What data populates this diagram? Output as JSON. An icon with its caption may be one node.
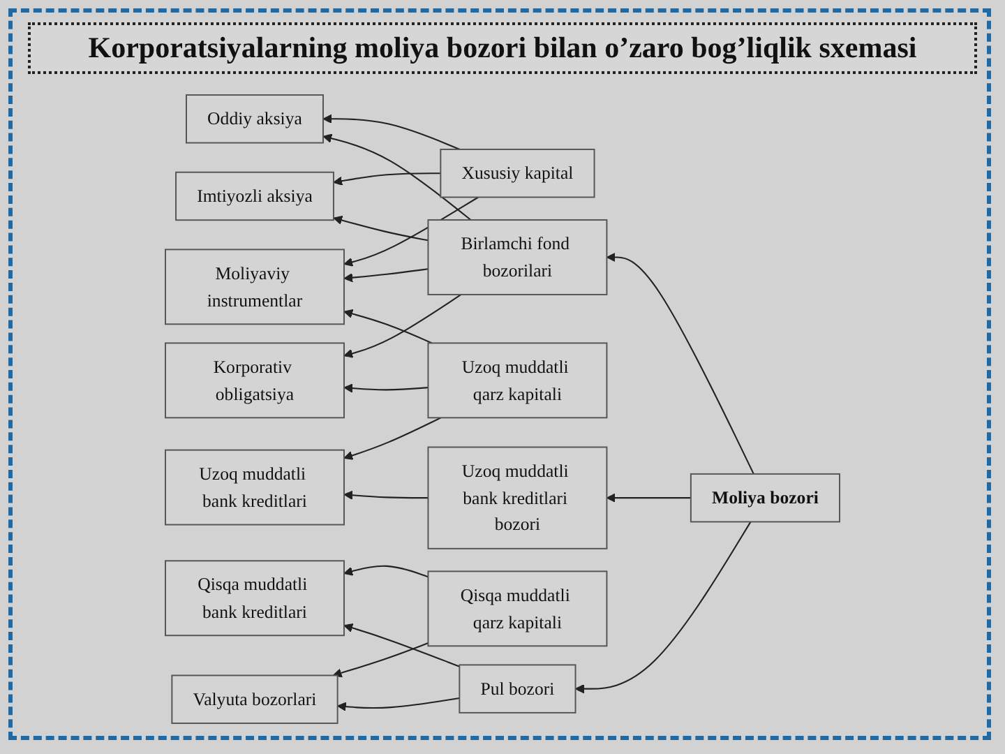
{
  "diagram": {
    "title": "Korporatsiyalarning moliya bozori bilan o’zaro bog’liqlik sxemasi",
    "nodes": [
      {
        "text": [
          "Xususiy kapital"
        ]
      },
      {
        "text": [
          "Oddiy aksiya"
        ]
      },
      {
        "text": [
          "Imtiyozli aksiya"
        ]
      },
      {
        "text": [
          "Moliyaviy instrumentlar"
        ]
      },
      {
        "text": [
          "Birlamchi fond bozorilari"
        ]
      },
      {
        "text": [
          "Uzoq muddatli qarz kapitali"
        ]
      },
      {
        "text": [
          "Korporativ obligatsiya"
        ]
      },
      {
        "text": [
          "Uzoq muddatli bank kreditlari"
        ]
      },
      {
        "text": [
          "Moliya bozori"
        ]
      },
      {
        "text": [
          "Uzoq muddatli bank kreditlari bozori"
        ]
      },
      {
        "text": [
          "Qisqa muddatli qarz kapitali"
        ]
      },
      {
        "text": [
          "Qisqa muddatli bank kreditlari"
        ]
      },
      {
        "text": [
          "Pul bozori"
        ]
      },
      {
        "text": [
          "Valyuta bozorlari"
        ]
      }
    ],
    "edges": [
      {
        "from": 0,
        "to": 1,
        "arrow": "to"
      },
      {
        "from": 0,
        "to": 2,
        "arrow": "to"
      },
      {
        "from": 0,
        "to": 3,
        "arrow": "to"
      },
      {
        "from": 4,
        "to": 1,
        "arrow": "to"
      },
      {
        "from": 4,
        "to": 2,
        "arrow": "to"
      },
      {
        "from": 4,
        "to": 3,
        "arrow": "to"
      },
      {
        "from": 4,
        "to": 6,
        "arrow": "to"
      },
      {
        "from": 5,
        "to": 3,
        "arrow": "to"
      },
      {
        "from": 5,
        "to": 6,
        "arrow": "to"
      },
      {
        "from": 5,
        "to": 7,
        "arrow": "to"
      },
      {
        "from": 8,
        "to": 4,
        "arrow": "to"
      },
      {
        "from": 8,
        "to": 9,
        "arrow": "to"
      },
      {
        "from": 8,
        "to": 12,
        "arrow": "to"
      },
      {
        "from": 9,
        "to": 7,
        "arrow": "to"
      },
      {
        "from": 10,
        "to": 11,
        "arrow": "to"
      },
      {
        "from": 10,
        "to": 13,
        "arrow": "to"
      },
      {
        "from": 12,
        "to": 11,
        "arrow": "to"
      },
      {
        "from": 12,
        "to": 13,
        "arrow": "to"
      }
    ]
  }
}
